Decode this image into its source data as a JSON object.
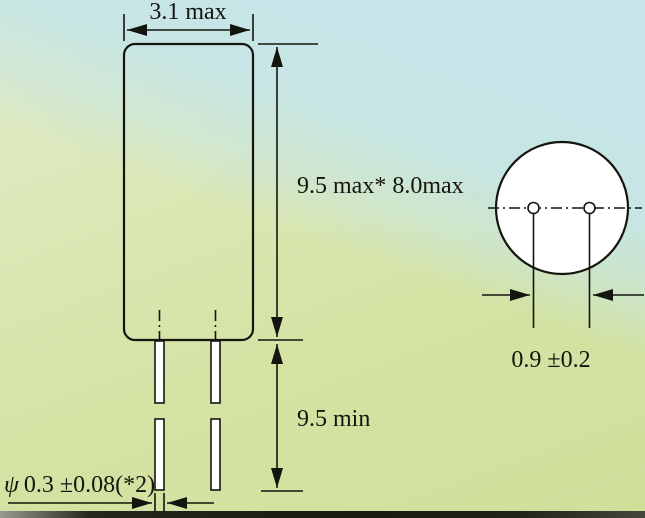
{
  "drawing": {
    "description": "crystal-component-dimension-drawing",
    "labels": {
      "body_width": "3.1 max",
      "body_height": "9.5 max* 8.0max",
      "lead_length": "9.5 min",
      "lead_diameter_symbol": "ψ",
      "lead_diameter_value": "0.3 ±0.08(*2)",
      "lead_spacing": "0.9 ±0.2"
    },
    "colors": {
      "line": "#15150f",
      "component_fill": "#ffffff",
      "bg_pale_green": "#e1ecca",
      "bg_yellow_green": "#cfe09a",
      "bg_blue_corner": "#c6e5e8",
      "bottom_edge": "#1b1b13"
    }
  }
}
